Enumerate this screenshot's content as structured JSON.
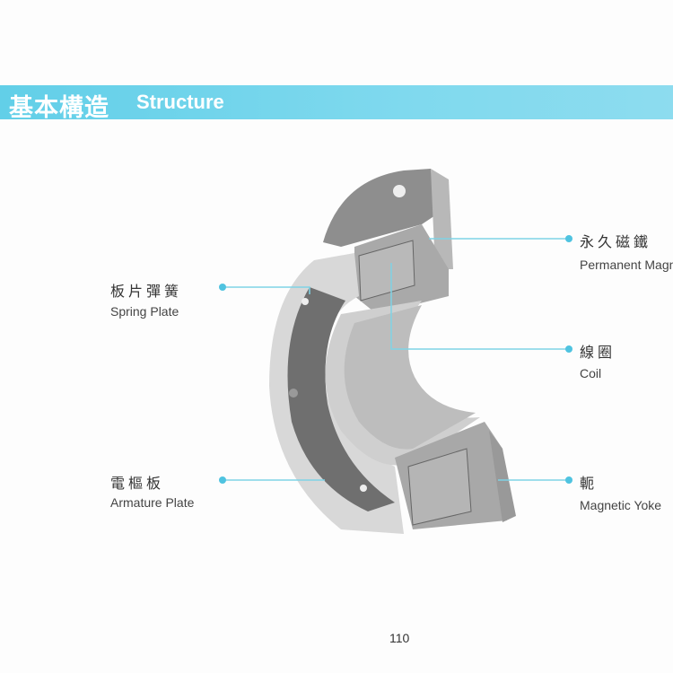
{
  "header": {
    "title_zh": "基本構造",
    "title_en": "Structure",
    "accent_color": "#6dd3ea"
  },
  "labels": [
    {
      "zh": "板片彈簧",
      "en": "Spring Plate"
    },
    {
      "zh": "電樞板",
      "en": "Armature Plate"
    },
    {
      "zh": "永久磁鐵",
      "en": "Permanent Magnet"
    },
    {
      "zh": "線圈",
      "en": "Coil"
    },
    {
      "zh": "軛",
      "en": "Magnetic Yoke"
    }
  ],
  "page_number": "110"
}
